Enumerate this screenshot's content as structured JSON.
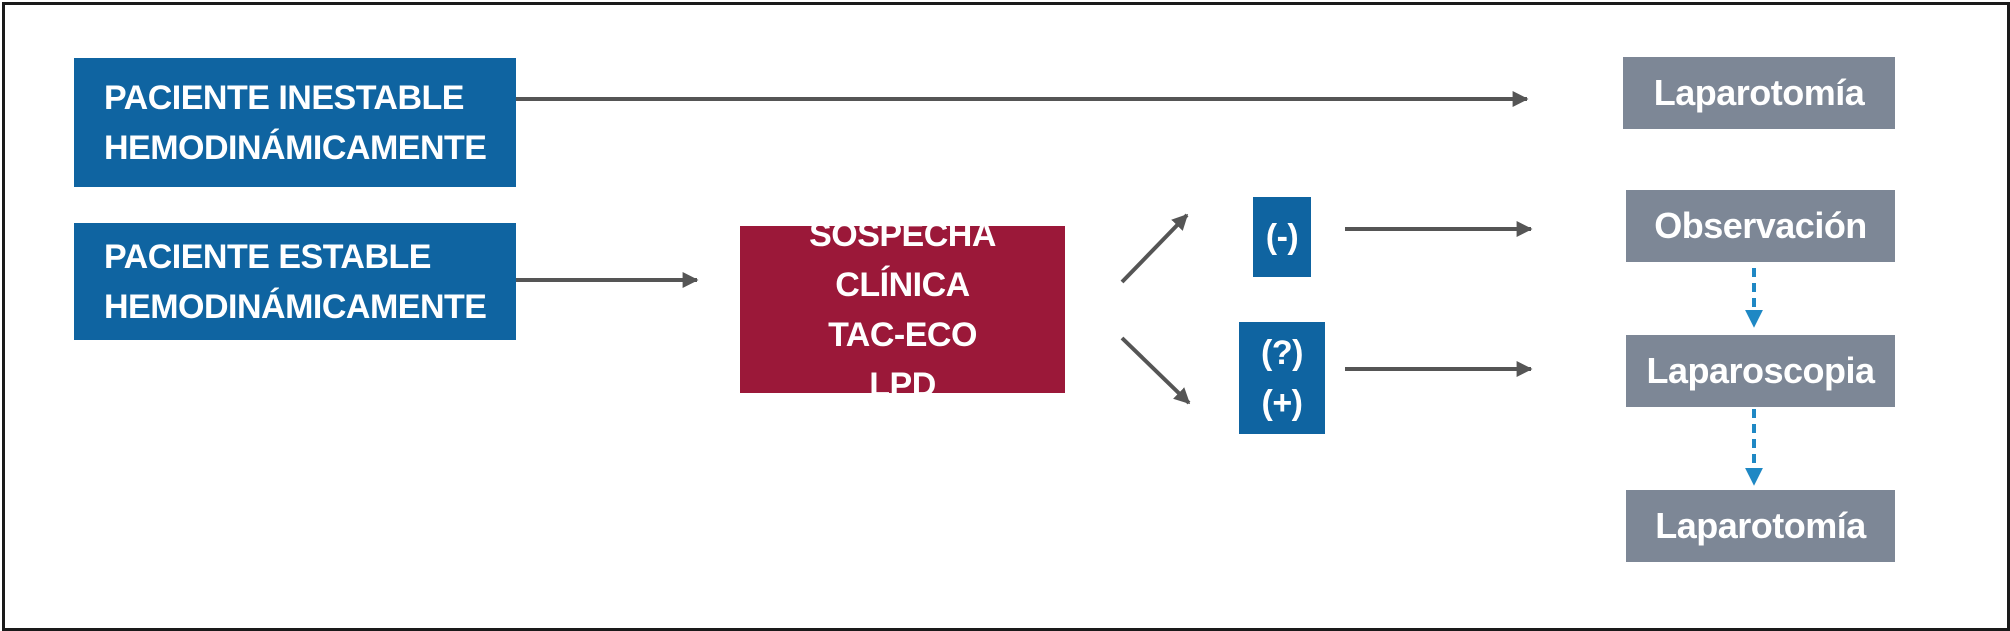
{
  "colors": {
    "blue": "#0F64A1",
    "crimson": "#9B1839",
    "gray": "#7D8796",
    "arrow": "#555555",
    "dashed": "#1F88C4"
  },
  "left": {
    "unstable": {
      "line1": "PACIENTE INESTABLE",
      "line2": "HEMODINÁMICAMENTE"
    },
    "stable": {
      "line1": "PACIENTE ESTABLE",
      "line2": "HEMODINÁMICAMENTE"
    }
  },
  "center": {
    "line1": "SOSPECHA CLÍNICA",
    "line2": "TAC-ECO",
    "line3": "LPD"
  },
  "symbols": {
    "negative": "(-)",
    "uncertain": "(?)",
    "positive": "(+)"
  },
  "outcomes": {
    "laparotomy_top": "Laparotomía",
    "observation": "Observación",
    "laparoscopy": "Laparoscopia",
    "laparotomy_bottom": "Laparotomía"
  }
}
